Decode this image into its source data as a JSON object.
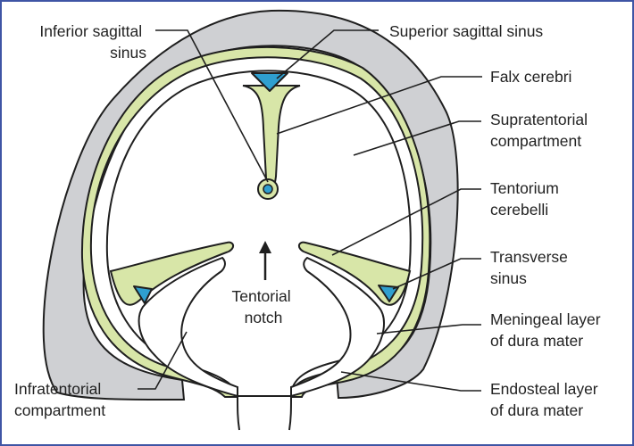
{
  "labels": {
    "inferior_sagittal_sinus": [
      "Inferior sagittal",
      "sinus"
    ],
    "superior_sagittal_sinus": [
      "Superior sagittal sinus"
    ],
    "falx_cerebri": [
      "Falx cerebri"
    ],
    "supratentorial_compartment": [
      "Supratentorial",
      "compartment"
    ],
    "tentorium_cerebelli": [
      "Tentorium",
      "cerebelli"
    ],
    "transverse_sinus": [
      "Transverse",
      "sinus"
    ],
    "tentorial_notch": [
      "Tentorial",
      "notch"
    ],
    "meningeal_layer": [
      "Meningeal layer",
      "of dura mater"
    ],
    "infratentorial_compartment": [
      "Infratentorial",
      "compartment"
    ],
    "endosteal_layer": [
      "Endosteal layer",
      "of dura mater"
    ]
  },
  "colors": {
    "frame_border": "#3f55a5",
    "bone": "#cfd0d3",
    "dura": "#d8e6a8",
    "sinus": "#2f9fcf",
    "outline": "#1f1f1f",
    "text": "#222222"
  }
}
